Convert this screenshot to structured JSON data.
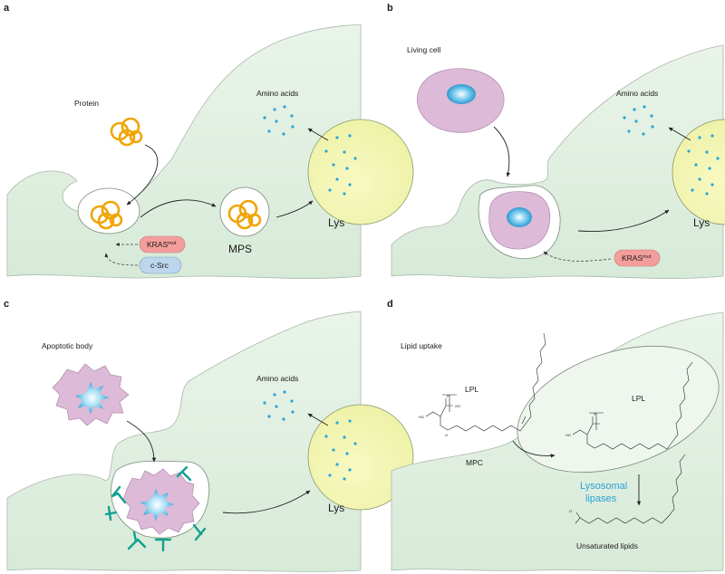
{
  "panels": {
    "a": {
      "letter": "a",
      "protein_label": "Protein",
      "amino_acids_label": "Amino acids",
      "mps_label": "MPS",
      "lys_label": "Lys",
      "kras_label": "KRAS",
      "kras_sup": "mut",
      "csrc_label": "c-Src"
    },
    "b": {
      "letter": "b",
      "living_cell_label": "Living cell",
      "amino_acids_label": "Amino acids",
      "lys_label": "Lys",
      "kras_label": "KRAS",
      "kras_sup": "mut"
    },
    "c": {
      "letter": "c",
      "apoptotic_label": "Apoptotic body",
      "amino_acids_label": "Amino acids",
      "lys_label": "Lys"
    },
    "d": {
      "letter": "d",
      "lipid_uptake_label": "Lipid uptake",
      "lpl_outer_label": "LPL",
      "lpl_inner_label": "LPL",
      "mpc_label": "MPC",
      "lysosomal_line1": "Lysosomal",
      "lysosomal_line2": "lipases",
      "unsaturated_label": "Unsaturated lipids",
      "chem_o": "O",
      "chem_p": "P",
      "chem_oh": "OH",
      "chem_ho": "HO"
    }
  },
  "colors": {
    "cell_fill": "#e2efe2",
    "cell_stroke": "#a9b9a9",
    "lysosome_fill": "#f6f8b8",
    "protein_orange": "#f0a400",
    "dot_blue": "#2aa4dc",
    "kras_fill": "#f39e9c",
    "csrc_fill": "#bcd6ee",
    "living_cell_fill": "#dcbad8",
    "receptor_teal": "#12a091",
    "lysosomal_text": "#29a3d8"
  }
}
